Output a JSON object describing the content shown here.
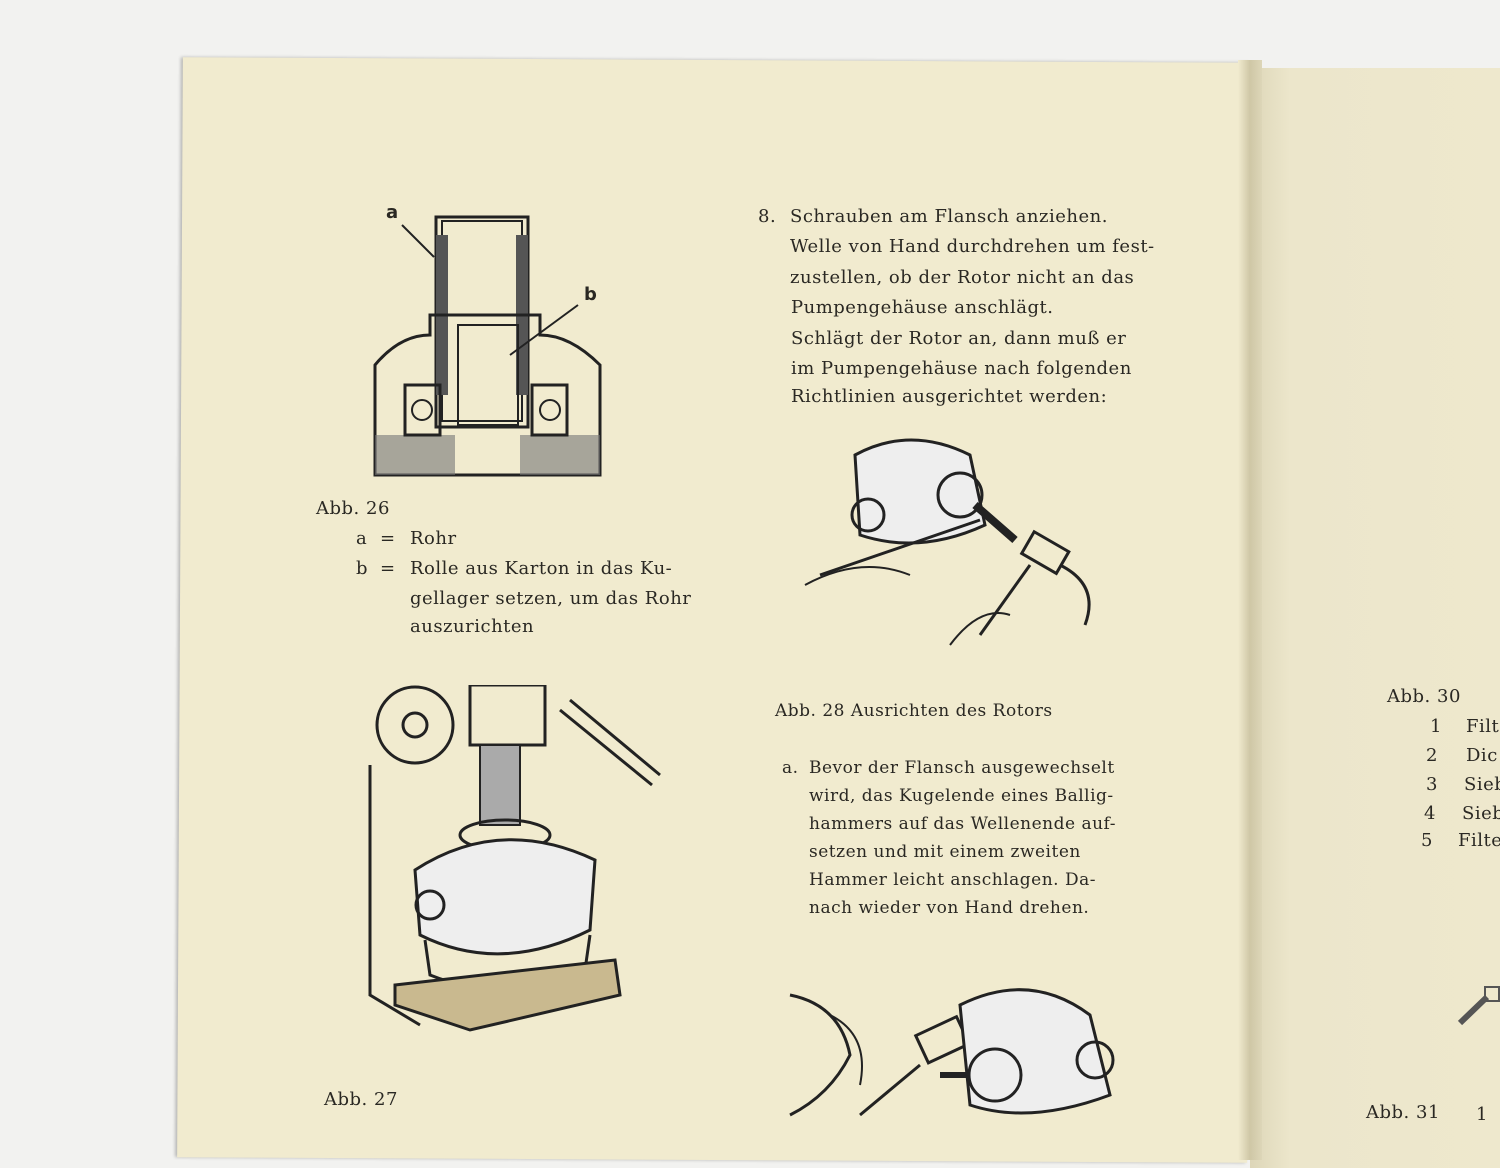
{
  "left_column": {
    "fig26": {
      "label_a": "a",
      "label_b": "b",
      "caption": "Abb. 26",
      "legend": [
        {
          "key": "a",
          "sep": "=",
          "text": "Rohr"
        },
        {
          "key": "b",
          "sep": "=",
          "text": "Rolle aus Karton in das Ku-"
        },
        {
          "key": "",
          "sep": "",
          "text": "gellager setzen, um das Rohr"
        },
        {
          "key": "",
          "sep": "",
          "text": "auszurichten"
        }
      ]
    },
    "fig27": {
      "caption": "Abb. 27"
    }
  },
  "middle_column": {
    "step8": {
      "number": "8.",
      "lines": [
        "Schrauben am Flansch anziehen.",
        "Welle von Hand durchdrehen um fest-",
        "zustellen, ob der Rotor nicht an das",
        "Pumpengehäuse anschlägt.",
        "Schlägt der Rotor an, dann muß er",
        "im Pumpengehäuse nach folgenden",
        "Richtlinien ausgerichtet werden:"
      ]
    },
    "fig28": {
      "caption": "Abb. 28  Ausrichten des Rotors"
    },
    "step_a": {
      "letter": "a.",
      "lines": [
        "Bevor der Flansch ausgewechselt",
        "wird, das Kugelende eines Ballig-",
        "hammers auf das Wellenende auf-",
        "setzen und mit einem zweiten",
        "Hammer leicht  anschlagen. Da-",
        "nach wieder von Hand  drehen."
      ]
    }
  },
  "right_page": {
    "fig30": {
      "caption": "Abb. 30",
      "items": [
        {
          "num": "1",
          "text": "Filt"
        },
        {
          "num": "2",
          "text": "Dic"
        },
        {
          "num": "3",
          "text": "Sieb"
        },
        {
          "num": "4",
          "text": "Sieb"
        },
        {
          "num": "5",
          "text": "Filte"
        }
      ]
    },
    "fig31": {
      "caption": "Abb. 31",
      "item": "1"
    }
  }
}
